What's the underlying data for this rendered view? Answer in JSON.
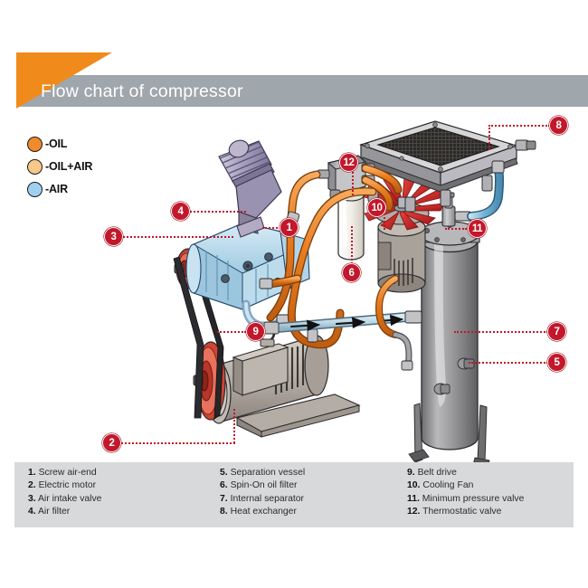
{
  "header": {
    "title": "Flow chart of compressor",
    "bar_color": "#9fa6ac",
    "accent_color": "#f08a1b",
    "title_color": "#ffffff"
  },
  "flow_legend": [
    {
      "label": "-OIL",
      "color": "#ef8b2c",
      "icon": "circle-swatch-icon"
    },
    {
      "label": "-OIL+AIR",
      "color": "#f8c88a",
      "icon": "circle-swatch-icon"
    },
    {
      "label": "-AIR",
      "color": "#9fd0ef",
      "icon": "circle-swatch-icon"
    }
  ],
  "callouts": [
    {
      "number": "1",
      "target": "screw-air-end"
    },
    {
      "number": "2",
      "target": "electric-motor"
    },
    {
      "number": "3",
      "target": "air-intake-valve"
    },
    {
      "number": "4",
      "target": "air-filter"
    },
    {
      "number": "5",
      "target": "separation-vessel"
    },
    {
      "number": "6",
      "target": "spin-on-oil-filter"
    },
    {
      "number": "7",
      "target": "internal-separator"
    },
    {
      "number": "8",
      "target": "heat-exchanger"
    },
    {
      "number": "9",
      "target": "belt-drive"
    },
    {
      "number": "10",
      "target": "cooling-fan"
    },
    {
      "number": "11",
      "target": "minimum-pressure-valve"
    },
    {
      "number": "12",
      "target": "thermostatic-valve"
    }
  ],
  "index": [
    {
      "num": "1.",
      "label": "Screw air-end"
    },
    {
      "num": "2.",
      "label": "Electric motor"
    },
    {
      "num": "3.",
      "label": "Air intake valve"
    },
    {
      "num": "4.",
      "label": "Air filter"
    },
    {
      "num": "5.",
      "label": "Separation vessel"
    },
    {
      "num": "6.",
      "label": "Spin-On oil filter"
    },
    {
      "num": "7.",
      "label": "Internal separator"
    },
    {
      "num": "8.",
      "label": "Heat exchanger"
    },
    {
      "num": "9.",
      "label": "Belt drive"
    },
    {
      "num": "10.",
      "label": "Cooling Fan"
    },
    {
      "num": "11.",
      "label": "Minimum pressure valve"
    },
    {
      "num": "12.",
      "label": "Thermostatic valve"
    }
  ],
  "colors": {
    "callout_badge": "#c2182b",
    "index_panel": "#d7d9db",
    "oil_pipe": "#ea7c1f",
    "air_pipe": "#76b4d6",
    "oil_air_pipe": "#b9d4e2",
    "fan_red": "#cf3a2e",
    "air_end_blue": "#a8cfe4",
    "background": "#ffffff"
  }
}
